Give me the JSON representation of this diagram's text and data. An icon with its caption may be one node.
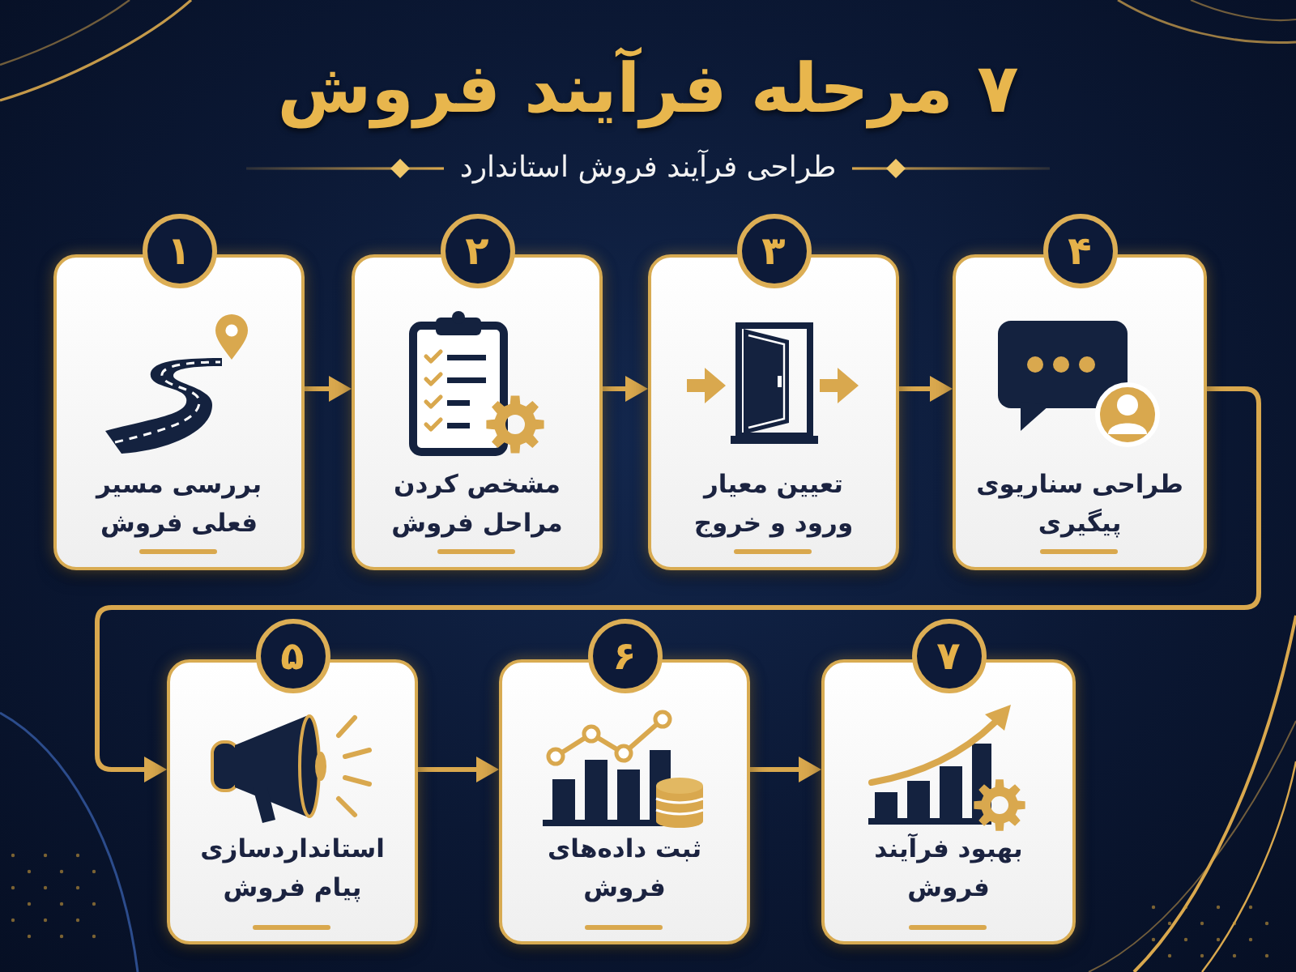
{
  "diagram": {
    "title": "۷ مرحله فرآیند فروش",
    "nodes": [
      {
        "text": [
          "۱"
        ]
      },
      {
        "text": [
          "بررسی مسیر فعلی فروش"
        ]
      },
      {
        "text": [
          "۲"
        ]
      },
      {
        "text": [
          "مشخص کردن مراحل فروش"
        ]
      },
      {
        "text": [
          "۳"
        ]
      },
      {
        "text": [
          "تعیین معیار ورود و خروج"
        ]
      },
      {
        "text": [
          "۴"
        ]
      },
      {
        "text": [
          "طراحی سناریوی پیگیری"
        ]
      },
      {
        "text": [
          "۵"
        ]
      },
      {
        "text": [
          "استانداردسازی پیام فروش"
        ]
      },
      {
        "text": [
          "۶"
        ]
      },
      {
        "text": [
          "ثبت داده‌های فروش"
        ]
      },
      {
        "text": [
          "۷"
        ]
      },
      {
        "text": [
          "بهبود فرآیند فروش"
        ]
      }
    ],
    "edges": [
      {
        "from": 1,
        "to": 3,
        "arrow": "to"
      },
      {
        "from": 3,
        "to": 5,
        "arrow": "to"
      },
      {
        "from": 5,
        "to": 7,
        "arrow": "to"
      },
      {
        "from": 7,
        "to": 9,
        "arrow": "to"
      },
      {
        "from": 9,
        "to": 11,
        "arrow": "to"
      },
      {
        "from": 11,
        "to": 13,
        "arrow": "to"
      }
    ],
    "labels": [
      "طراحی فرآیند فروش استاندارد"
    ]
  }
}
